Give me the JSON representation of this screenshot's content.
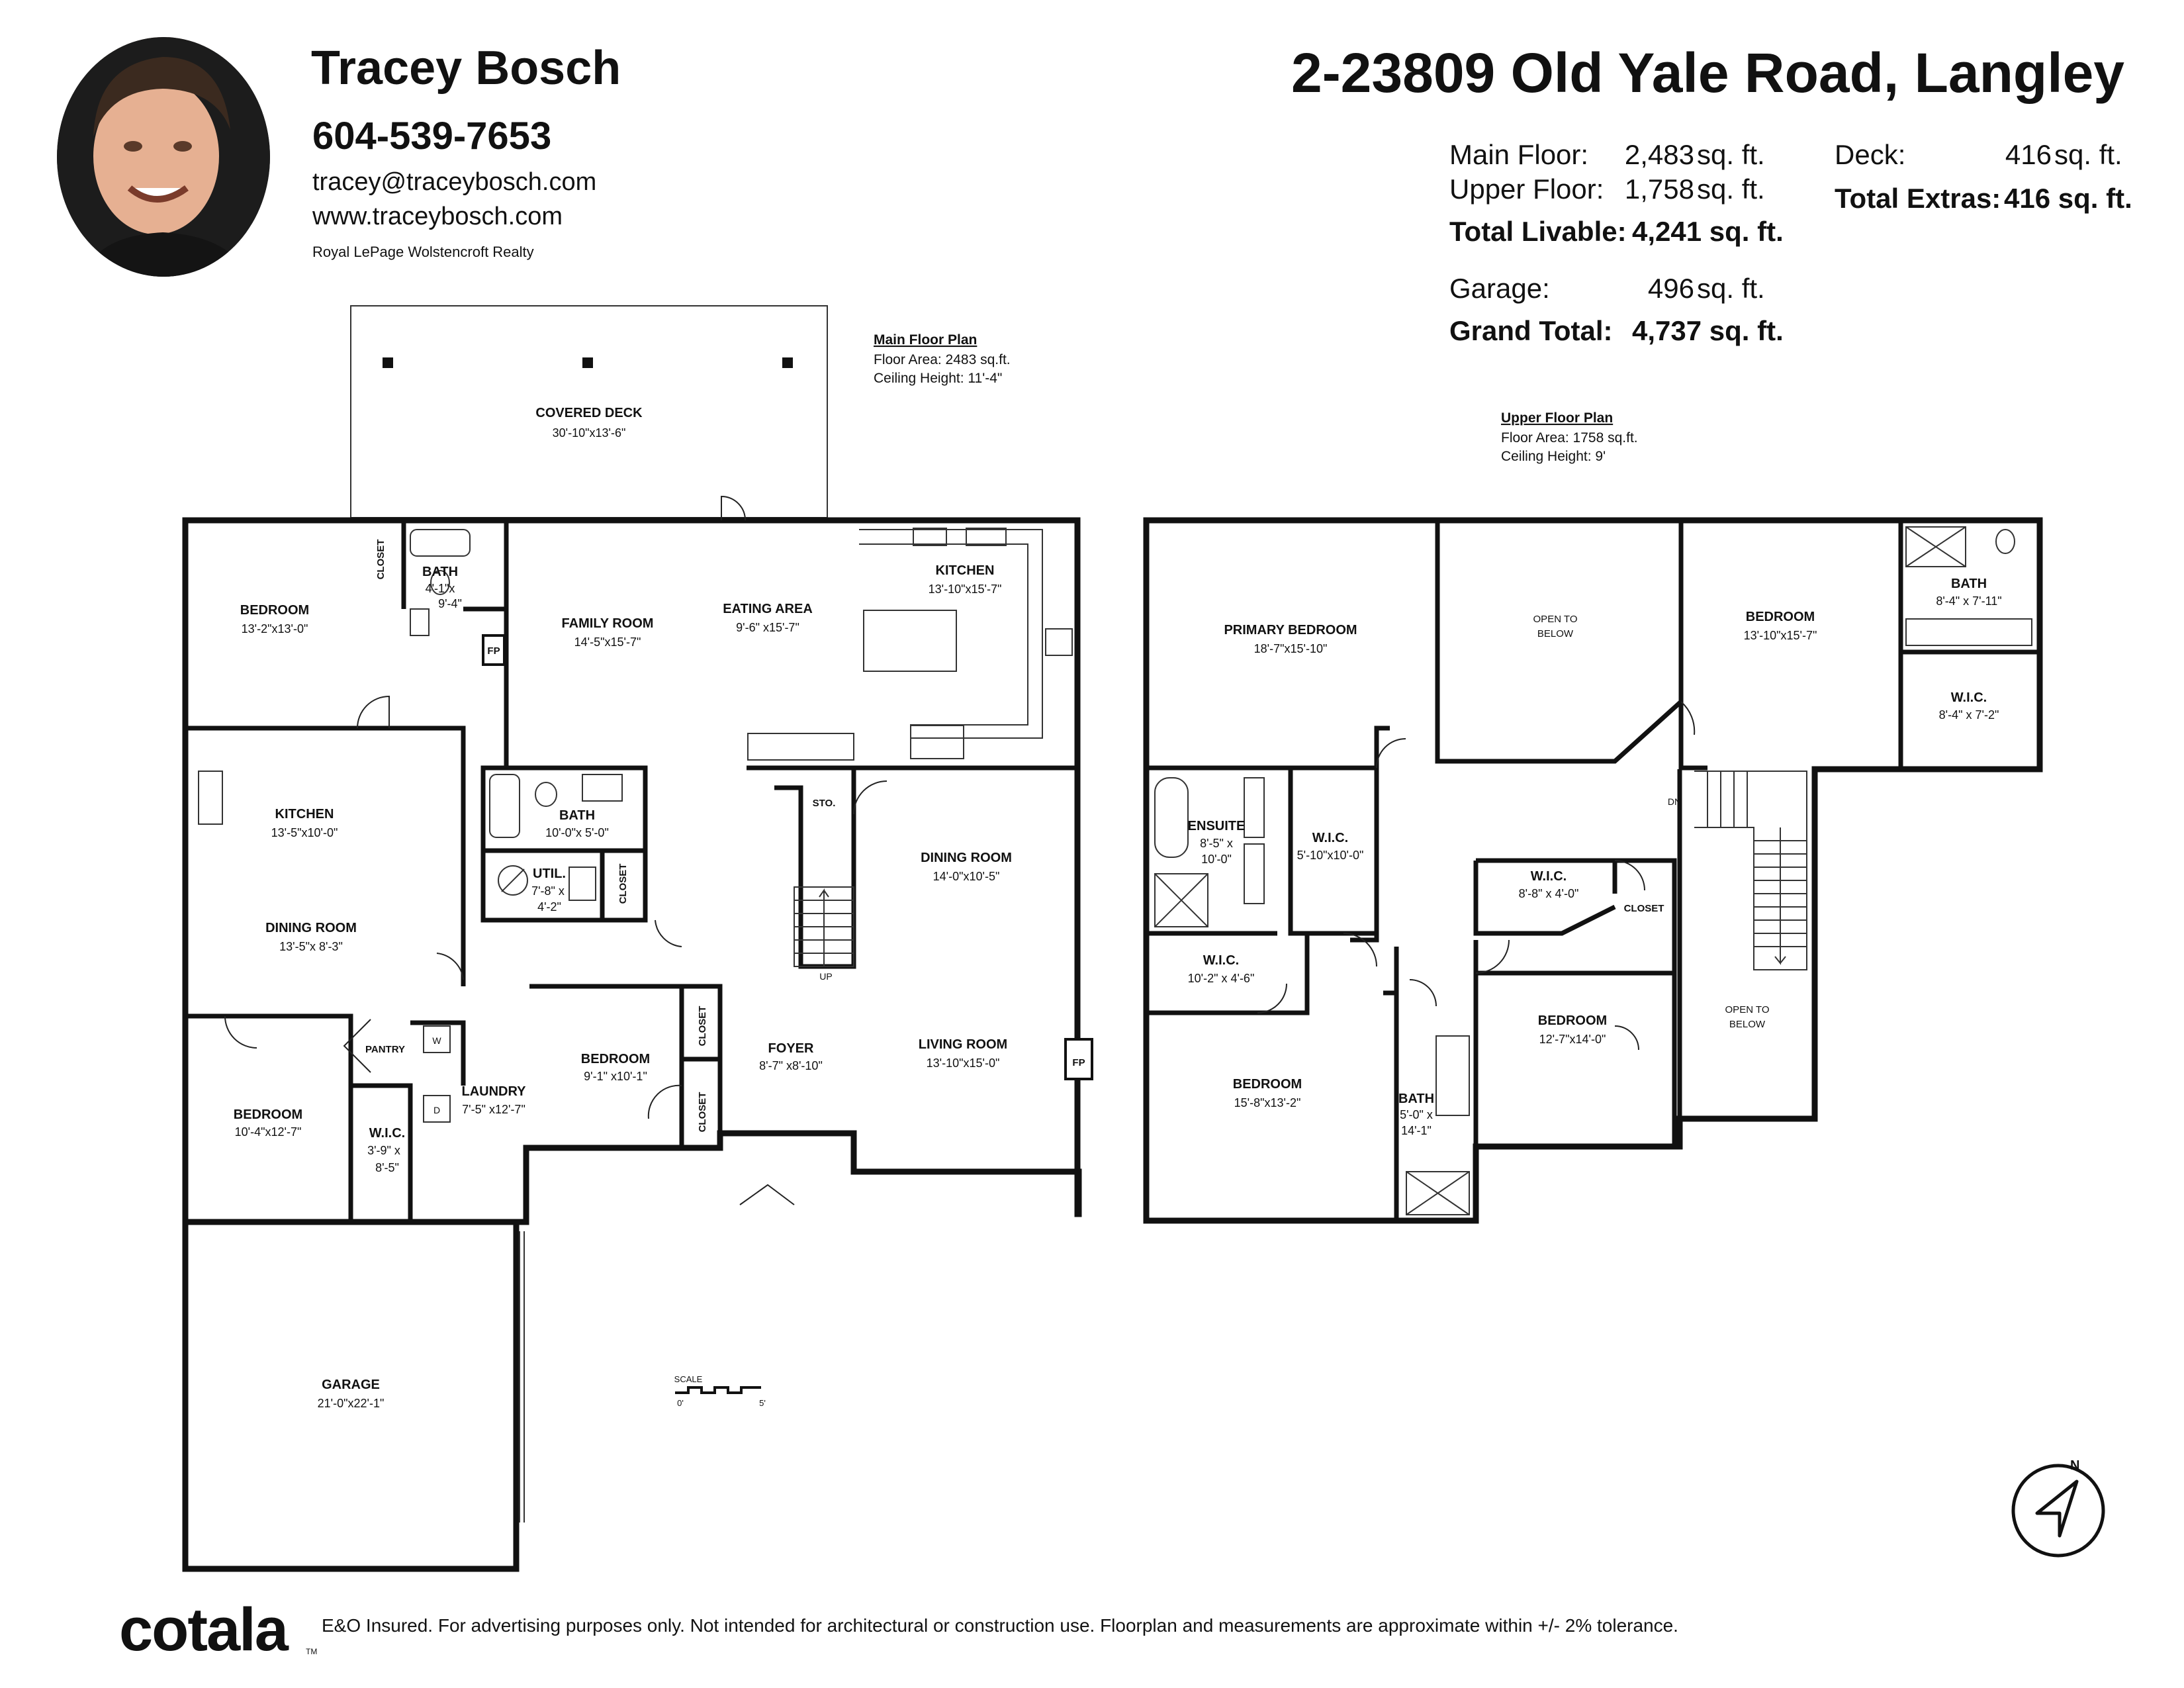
{
  "agent": {
    "name": "Tracey Bosch",
    "phone": "604-539-7653",
    "email": "tracey@traceybosch.com",
    "website": "www.traceybosch.com",
    "brokerage": "Royal LePage Wolstencroft Realty"
  },
  "property": {
    "address": "2-23809 Old Yale Road, Langley"
  },
  "area_summary": {
    "main_floor": {
      "label": "Main Floor:",
      "value": "2,483",
      "unit": "sq. ft."
    },
    "upper_floor": {
      "label": "Upper Floor:",
      "value": "1,758",
      "unit": "sq. ft."
    },
    "total_livable": {
      "label": "Total Livable:",
      "value": "4,241 sq. ft."
    },
    "garage": {
      "label": "Garage:",
      "value": "496",
      "unit": "sq. ft."
    },
    "grand_total": {
      "label": "Grand Total:",
      "value": "4,737 sq. ft."
    },
    "deck": {
      "label": "Deck:",
      "value": "416",
      "unit": "sq. ft."
    },
    "total_extras": {
      "label": "Total Extras:",
      "value": "416 sq. ft."
    }
  },
  "main_floor_plan": {
    "title": "Main Floor Plan",
    "floor_area": "Floor Area: 2483 sq.ft.",
    "ceiling_height": "Ceiling Height: 11'-4\"",
    "rooms": {
      "covered_deck": {
        "name": "COVERED DECK",
        "dims": "30'-10\"x13'-6\""
      },
      "bedroom_nw": {
        "name": "BEDROOM",
        "dims": "13'-2\"x13'-0\""
      },
      "closet_nw": {
        "name": "CLOSET"
      },
      "bath_nw": {
        "name": "BATH",
        "dims": "4'-1\"x",
        "dims2": "9'-4\""
      },
      "fp_family": {
        "name": "FP"
      },
      "family_room": {
        "name": "FAMILY ROOM",
        "dims": "14'-5\"x15'-7\""
      },
      "eating_area": {
        "name": "EATING AREA",
        "dims": "9'-6\" x15'-7\""
      },
      "kitchen_main": {
        "name": "KITCHEN",
        "dims": "13'-10\"x15'-7\""
      },
      "kitchen_suite": {
        "name": "KITCHEN",
        "dims": "13'-5\"x10'-0\""
      },
      "bath_center": {
        "name": "BATH",
        "dims": "10'-0\"x 5'-0\""
      },
      "util": {
        "name": "UTIL.",
        "dims": "7'-8\" x",
        "dims2": "4'-2\""
      },
      "closet_util": {
        "name": "CLOSET"
      },
      "sto": {
        "name": "STO."
      },
      "dining_room_suite": {
        "name": "DINING ROOM",
        "dims": "13'-5\"x 8'-3\""
      },
      "dining_room_main": {
        "name": "DINING ROOM",
        "dims": "14'-0\"x10'-5\""
      },
      "pantry": {
        "name": "PANTRY"
      },
      "laundry": {
        "name": "LAUNDRY",
        "dims": "7'-5\" x12'-7\""
      },
      "bedroom_center": {
        "name": "BEDROOM",
        "dims": "9'-1\" x10'-1\""
      },
      "closet_a": {
        "name": "CLOSET"
      },
      "closet_b": {
        "name": "CLOSET"
      },
      "foyer": {
        "name": "FOYER",
        "dims": "8'-7\" x8'-10\""
      },
      "living_room": {
        "name": "LIVING ROOM",
        "dims": "13'-10\"x15'-0\""
      },
      "fp_living": {
        "name": "FP"
      },
      "bedroom_sw": {
        "name": "BEDROOM",
        "dims": "10'-4\"x12'-7\""
      },
      "wic_sw": {
        "name": "W.I.C.",
        "dims": "3'-9\" x",
        "dims2": "8'-5\""
      },
      "garage": {
        "name": "GARAGE",
        "dims": "21'-0\"x22'-1\""
      }
    },
    "stair_label": "UP",
    "washer_label": "W",
    "dryer_label": "D"
  },
  "upper_floor_plan": {
    "title": "Upper Floor Plan",
    "floor_area": "Floor Area: 1758 sq.ft.",
    "ceiling_height": "Ceiling Height: 9'",
    "rooms": {
      "primary_bedroom": {
        "name": "PRIMARY BEDROOM",
        "dims": "18'-7\"x15'-10\""
      },
      "open_to_below_top": {
        "name": "OPEN TO",
        "name2": "BELOW"
      },
      "bedroom_ne": {
        "name": "BEDROOM",
        "dims": "13'-10\"x15'-7\""
      },
      "bath_ne": {
        "name": "BATH",
        "dims": "8'-4\" x 7'-11\""
      },
      "wic_ne": {
        "name": "W.I.C.",
        "dims": "8'-4\" x 7'-2\""
      },
      "ensuite": {
        "name": "ENSUITE",
        "dims": "8'-5\" x",
        "dims2": "10'-0\""
      },
      "wic_primary": {
        "name": "W.I.C.",
        "dims": "5'-10\"x10'-0\""
      },
      "wic_center": {
        "name": "W.I.C.",
        "dims": "8'-8\" x 4'-0\""
      },
      "closet_upper": {
        "name": "CLOSET"
      },
      "wic_sw": {
        "name": "W.I.C.",
        "dims": "10'-2\" x 4'-6\""
      },
      "bedroom_sw": {
        "name": "BEDROOM",
        "dims": "15'-8\"x13'-2\""
      },
      "bath_sw": {
        "name": "BATH",
        "dims": "5'-0\" x",
        "dims2": "14'-1\""
      },
      "bedroom_se": {
        "name": "BEDROOM",
        "dims": "12'-7\"x14'-0\""
      },
      "open_to_below_side": {
        "name": "OPEN TO",
        "name2": "BELOW"
      }
    },
    "stair_label": "DN"
  },
  "scale": {
    "label": "SCALE",
    "start": "0'",
    "end": "5'"
  },
  "compass": {
    "label": "N"
  },
  "footer": {
    "logo": "cotala",
    "logo_tm": "TM",
    "disclaimer": "E&O Insured. For advertising purposes only. Not intended for architectural or construction use. Floorplan and measurements are approximate within +/- 2% tolerance."
  }
}
